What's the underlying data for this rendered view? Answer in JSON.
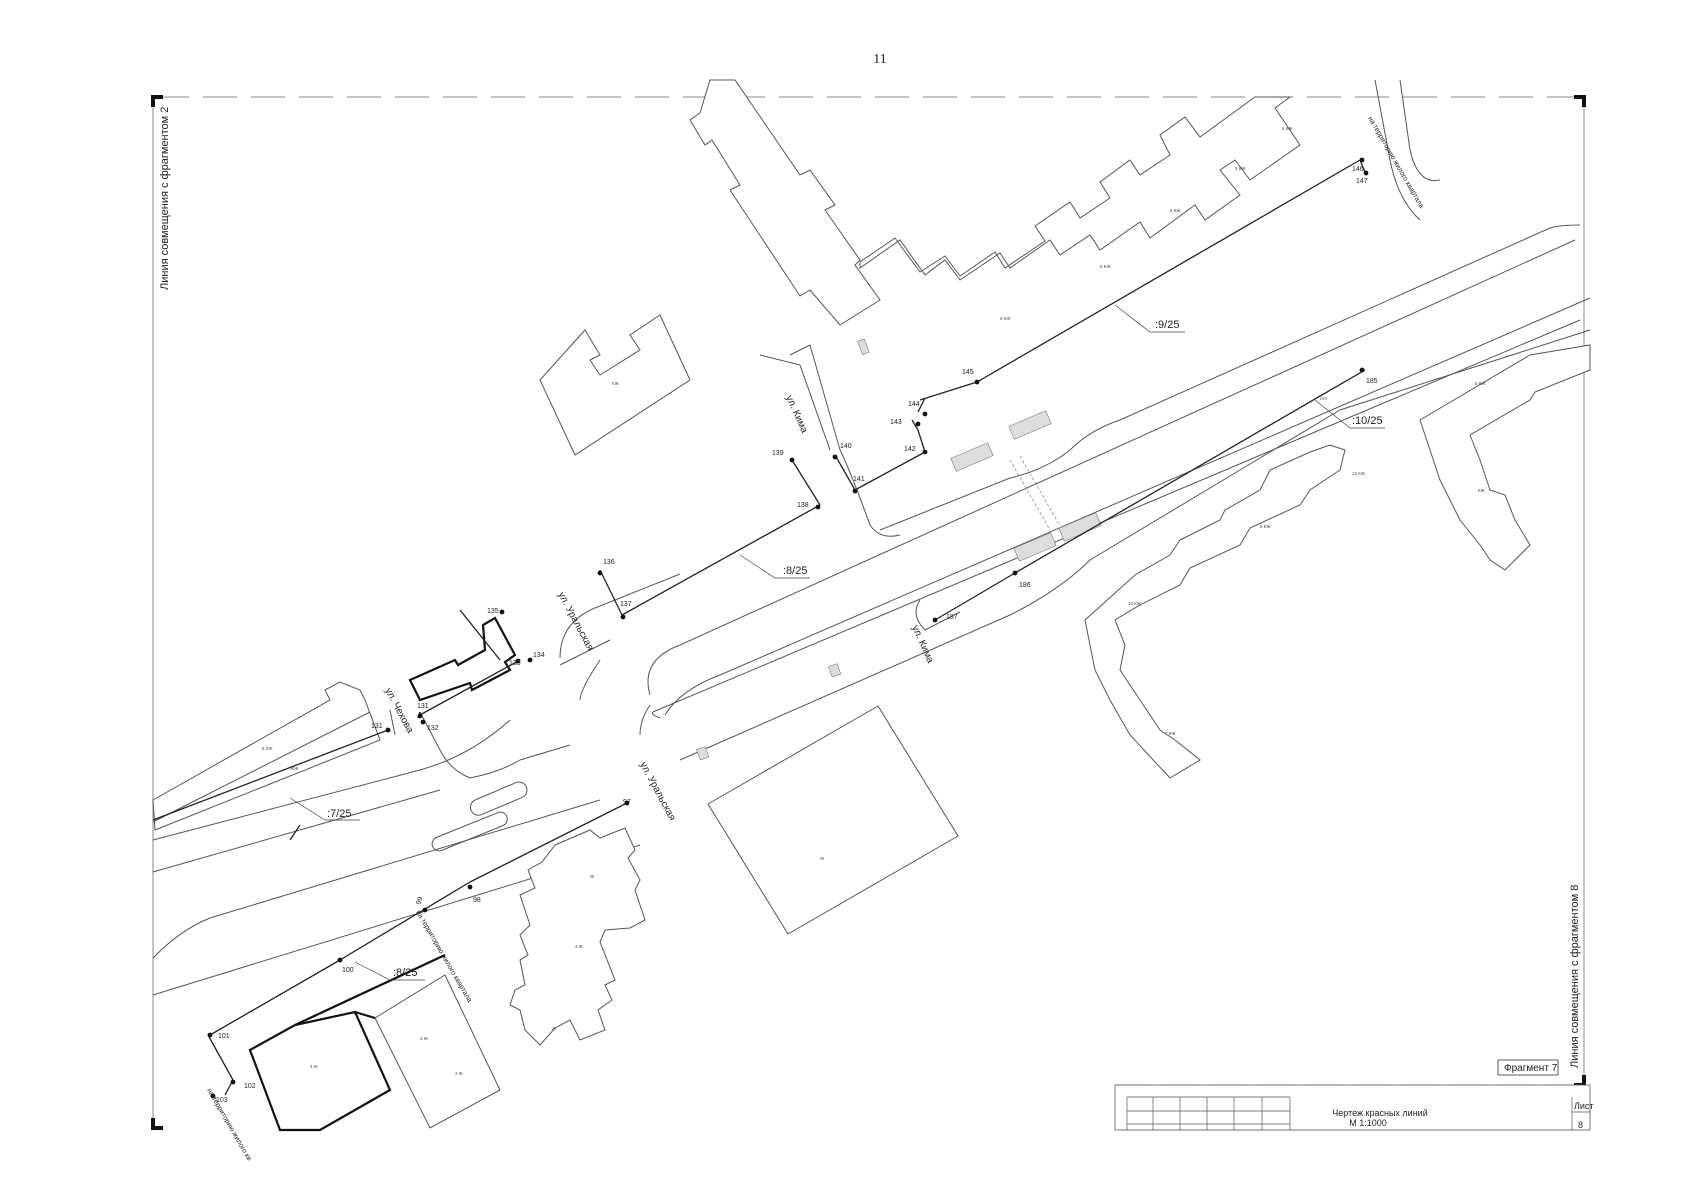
{
  "page_number": "11",
  "side_labels": {
    "left": "Линия совмещения с фрагментом 2",
    "right": "Линия совмещения с фрагментом 8"
  },
  "fragment_label": "Фрагмент 7",
  "title_block": {
    "title": "Чертеж красных линий",
    "scale": "М 1:1000",
    "sheet_label": "Лист",
    "sheet_number": "8"
  },
  "streets": [
    {
      "id": "kima_north",
      "text": "ул. Кима"
    },
    {
      "id": "kima_south",
      "text": "ул. Кима"
    },
    {
      "id": "uralskaya_north",
      "text": "ул. Уральская"
    },
    {
      "id": "uralskaya_south",
      "text": "ул. Уральская"
    },
    {
      "id": "chekhova",
      "text": "ул. Чехова"
    }
  ],
  "section_labels": [
    {
      "id": "s7",
      "text": ":7/25"
    },
    {
      "id": "s8",
      "text": ":8/25"
    },
    {
      "id": "s8b",
      "text": ":8/25"
    },
    {
      "id": "s9",
      "text": ":9/25"
    },
    {
      "id": "s10",
      "text": ":10/25"
    }
  ],
  "access_notes": [
    {
      "id": "top",
      "text": "на территорию жилого квартала"
    },
    {
      "id": "mid",
      "text": "на территорию жилого квартала"
    },
    {
      "id": "bottom",
      "text": "на территорию жилого кв"
    }
  ],
  "points": [
    {
      "id": "p97",
      "label": "97"
    },
    {
      "id": "p98",
      "label": "98"
    },
    {
      "id": "p99",
      "label": "99"
    },
    {
      "id": "p100",
      "label": "100"
    },
    {
      "id": "p101",
      "label": "101"
    },
    {
      "id": "p102",
      "label": "102"
    },
    {
      "id": "p103",
      "label": "103"
    },
    {
      "id": "p131",
      "label": "131"
    },
    {
      "id": "p131b",
      "label": "131"
    },
    {
      "id": "p132",
      "label": "132"
    },
    {
      "id": "p133",
      "label": "133"
    },
    {
      "id": "p134",
      "label": "134"
    },
    {
      "id": "p135",
      "label": "135"
    },
    {
      "id": "p136",
      "label": "136"
    },
    {
      "id": "p137",
      "label": "137"
    },
    {
      "id": "p138",
      "label": "138"
    },
    {
      "id": "p139",
      "label": "139"
    },
    {
      "id": "p140",
      "label": "140"
    },
    {
      "id": "p141",
      "label": "141"
    },
    {
      "id": "p142",
      "label": "142"
    },
    {
      "id": "p143",
      "label": "143"
    },
    {
      "id": "p144",
      "label": "144"
    },
    {
      "id": "p145",
      "label": "145"
    },
    {
      "id": "p146",
      "label": "146"
    },
    {
      "id": "p147",
      "label": "147"
    },
    {
      "id": "p185",
      "label": "185"
    },
    {
      "id": "p186",
      "label": "186"
    },
    {
      "id": "p187",
      "label": "187"
    }
  ],
  "colors": {
    "linework": "#555555",
    "red_line": "#222222",
    "background": "#ffffff"
  }
}
